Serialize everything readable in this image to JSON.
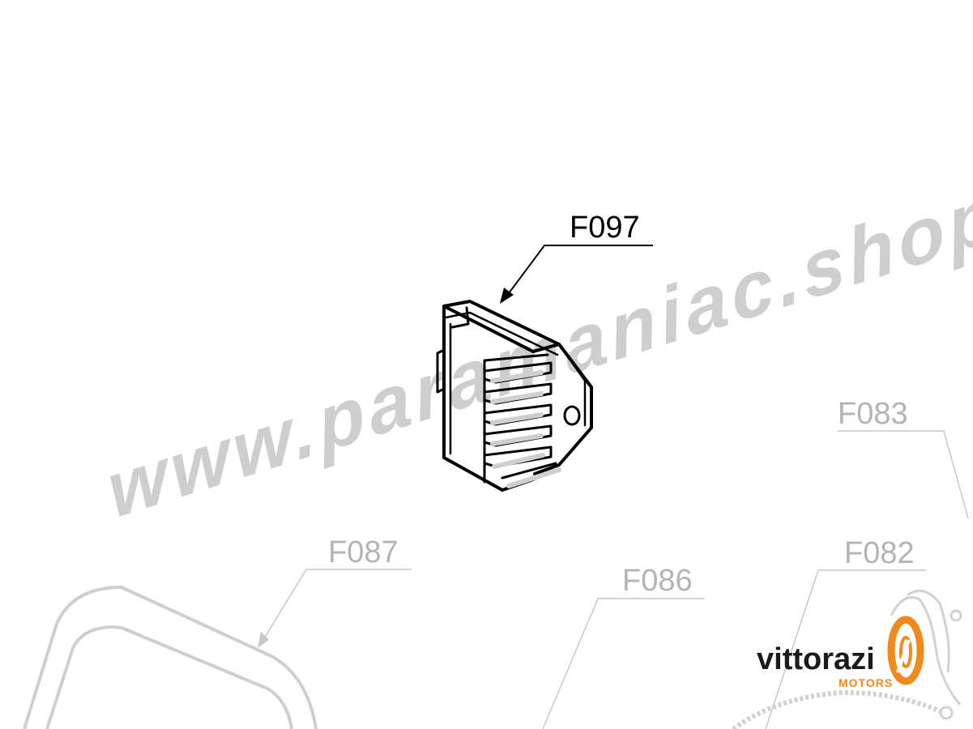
{
  "main_callout": {
    "label": "F097"
  },
  "faded_callouts": [
    {
      "label": "F083"
    },
    {
      "label": "F087"
    },
    {
      "label": "F086"
    },
    {
      "label": "F082"
    }
  ],
  "watermark": {
    "text": "www.paramaniac.shop"
  },
  "brand": {
    "name": "vittorazi",
    "subtitle": "MOTORS",
    "accent_color": "#f08a1c"
  },
  "colors": {
    "line": "#000000",
    "faded": "#c8c8c8",
    "faded_label": "#b4b4b4",
    "watermark": "#c9c9c9"
  }
}
